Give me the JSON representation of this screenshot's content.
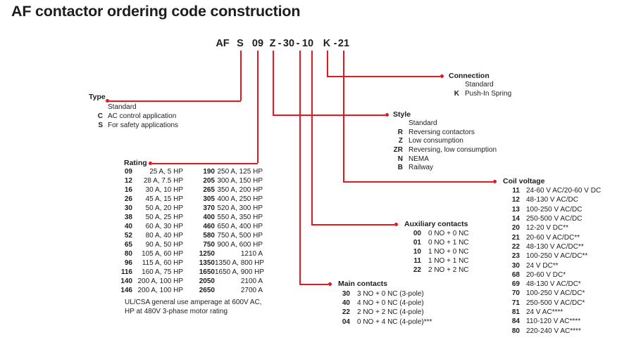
{
  "colors": {
    "accent": "#e8141e",
    "text": "#1d1d1b"
  },
  "title": "AF contactor ordering code construction",
  "code": {
    "value": "AF S 09 Z - 30 - 10 K - 21",
    "tokens": [
      "AF",
      "S",
      "09",
      "Z",
      "-",
      "30",
      "-",
      "10",
      "K",
      "-",
      "21"
    ]
  },
  "sections": {
    "type": {
      "label": "Type",
      "rows": [
        {
          "code": "",
          "desc": "Standard"
        },
        {
          "code": "C",
          "desc": "AC control application"
        },
        {
          "code": "S",
          "desc": "For safety applications"
        }
      ]
    },
    "rating": {
      "label": "Rating",
      "rows": [
        {
          "c1": "09",
          "v1": "25 A, 5 HP",
          "c2": "190",
          "v2": "250 A, 125 HP"
        },
        {
          "c1": "12",
          "v1": "28 A, 7.5 HP",
          "c2": "205",
          "v2": "300 A, 150 HP"
        },
        {
          "c1": "16",
          "v1": "30 A, 10 HP",
          "c2": "265",
          "v2": "350 A, 200 HP"
        },
        {
          "c1": "26",
          "v1": "45 A, 15 HP",
          "c2": "305",
          "v2": "400 A, 250 HP"
        },
        {
          "c1": "30",
          "v1": "50 A, 20 HP",
          "c2": "370",
          "v2": "520 A, 300 HP"
        },
        {
          "c1": "38",
          "v1": "50 A, 25 HP",
          "c2": "400",
          "v2": "550 A, 350 HP"
        },
        {
          "c1": "40",
          "v1": "60 A, 30 HP",
          "c2": "460",
          "v2": "650 A, 400 HP"
        },
        {
          "c1": "52",
          "v1": "80 A, 40 HP",
          "c2": "580",
          "v2": "750 A, 500 HP"
        },
        {
          "c1": "65",
          "v1": "90 A, 50 HP",
          "c2": "750",
          "v2": "900 A, 600 HP"
        },
        {
          "c1": "80",
          "v1": "105 A, 60 HP",
          "c2": "1250",
          "v2": "1210 A"
        },
        {
          "c1": "96",
          "v1": "115 A, 60 HP",
          "c2": "1350",
          "v2": "1350 A, 800 HP"
        },
        {
          "c1": "116",
          "v1": "160 A, 75 HP",
          "c2": "1650",
          "v2": "1650 A, 900 HP"
        },
        {
          "c1": "140",
          "v1": "200 A, 100 HP",
          "c2": "2050",
          "v2": "2100 A"
        },
        {
          "c1": "146",
          "v1": "200 A, 100 HP",
          "c2": "2650",
          "v2": "2700 A"
        }
      ],
      "note1": "UL/CSA general use amperage at 600V AC,",
      "note2": "HP at 480V 3-phase motor rating"
    },
    "style": {
      "label": "Style",
      "rows": [
        {
          "code": "",
          "desc": "Standard"
        },
        {
          "code": "R",
          "desc": "Reversing contactors"
        },
        {
          "code": "Z",
          "desc": "Low consumption"
        },
        {
          "code": "ZR",
          "desc": "Reversing, low consumption"
        },
        {
          "code": "N",
          "desc": "NEMA"
        },
        {
          "code": "B",
          "desc": "Railway"
        }
      ]
    },
    "connection": {
      "label": "Connection",
      "rows": [
        {
          "code": "",
          "desc": "Standard"
        },
        {
          "code": "K",
          "desc": "Push-In Spring"
        }
      ]
    },
    "auxiliary": {
      "label": "Auxiliary contacts",
      "rows": [
        {
          "code": "00",
          "desc": "0 NO + 0 NC"
        },
        {
          "code": "01",
          "desc": "0 NO + 1 NC"
        },
        {
          "code": "10",
          "desc": "1 NO + 0 NC"
        },
        {
          "code": "11",
          "desc": "1 NO + 1 NC"
        },
        {
          "code": "22",
          "desc": "2 NO + 2 NC"
        }
      ]
    },
    "main": {
      "label": "Main contacts",
      "rows": [
        {
          "code": "30",
          "desc": "3 NO + 0 NC (3-pole)"
        },
        {
          "code": "40",
          "desc": "4 NO + 0 NC (4-pole)"
        },
        {
          "code": "22",
          "desc": "2 NO + 2 NC (4-pole)"
        },
        {
          "code": "04",
          "desc": "0 NO + 4 NC (4-pole)***"
        }
      ]
    },
    "coil": {
      "label": "Coil voltage",
      "rows": [
        {
          "code": "11",
          "desc": "24-60 V AC/20-60 V DC"
        },
        {
          "code": "12",
          "desc": "48-130 V AC/DC"
        },
        {
          "code": "13",
          "desc": "100-250 V AC/DC"
        },
        {
          "code": "14",
          "desc": "250-500 V AC/DC"
        },
        {
          "code": "20",
          "desc": "12-20 V DC**"
        },
        {
          "code": "21",
          "desc": "20-60 V AC/DC**"
        },
        {
          "code": "22",
          "desc": "48-130 V AC/DC**"
        },
        {
          "code": "23",
          "desc": "100-250 V AC/DC**"
        },
        {
          "code": "30",
          "desc": "24 V DC**"
        },
        {
          "code": "68",
          "desc": "20-60 V DC*"
        },
        {
          "code": "69",
          "desc": "48-130 V AC/DC*"
        },
        {
          "code": "70",
          "desc": "100-250 V AC/DC*"
        },
        {
          "code": "71",
          "desc": "250-500 V AC/DC*"
        },
        {
          "code": "81",
          "desc": "24 V AC****"
        },
        {
          "code": "84",
          "desc": "110-120 V AC****"
        },
        {
          "code": "80",
          "desc": "220-240 V AC****"
        }
      ]
    }
  }
}
